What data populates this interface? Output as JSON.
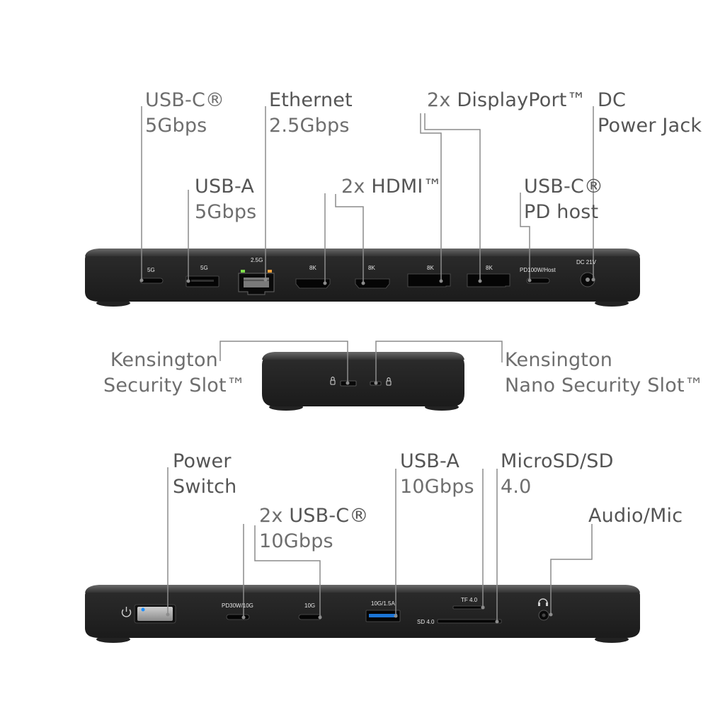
{
  "top_panel": {
    "callouts": {
      "usbc": {
        "line1": "USB-C®",
        "line2": "5Gbps"
      },
      "ethernet": {
        "line1": "Ethernet",
        "line2": "2.5Gbps"
      },
      "displayport": {
        "prefix": "2x ",
        "name": "DisplayPort™"
      },
      "dc": {
        "line1": "DC",
        "line2": "Power Jack"
      },
      "usba": {
        "line1": "USB-A",
        "line2": "5Gbps"
      },
      "hdmi": {
        "prefix": "2x ",
        "name": "HDMI™"
      },
      "usbc_pd": {
        "line1": "USB-C®",
        "line2": "PD host"
      }
    },
    "port_labels": {
      "usbc": "5G",
      "usba": "5G",
      "eth": "2.5G",
      "hdmi1": "8K",
      "hdmi2": "8K",
      "dp1": "8K",
      "dp2": "8K",
      "pd": "PD100W/Host",
      "dc": "DC 21V"
    }
  },
  "middle_panel": {
    "callouts": {
      "kensington": {
        "line1": "Kensington",
        "line2": "Security Slot™"
      },
      "nano": {
        "line1": "Kensington",
        "line2": "Nano Security Slot™"
      }
    }
  },
  "bottom_panel": {
    "callouts": {
      "power": {
        "line1": "Power",
        "line2": "Switch"
      },
      "usbc10": {
        "prefix": "2x ",
        "name": "USB-C®",
        "line2": "10Gbps"
      },
      "usba10": {
        "line1": "USB-A",
        "line2": "10Gbps"
      },
      "sd": {
        "line1": "MicroSD/SD",
        "line2": "4.0"
      },
      "audio": {
        "line1": "Audio/Mic"
      }
    },
    "port_labels": {
      "pd30": "PD30W/10G",
      "c10": "10G",
      "a10": "10G/1.5A",
      "tf": "TF 4.0",
      "sd": "SD 4.0"
    }
  }
}
